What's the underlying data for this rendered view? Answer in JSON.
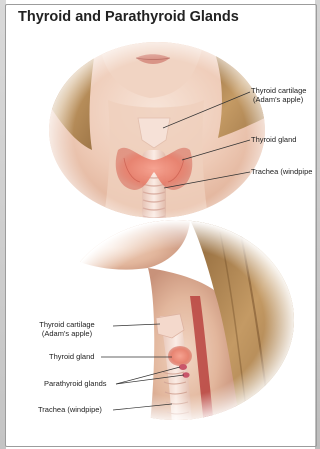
{
  "title": "Thyroid and Parathyroid Glands",
  "front_view": {
    "labels": {
      "thyroid_cartilage_line1": "Thyroid cartilage",
      "thyroid_cartilage_line2": "(Adam's apple)",
      "thyroid_gland": "Thyroid gland",
      "trachea": "Trachea (windpipe"
    }
  },
  "side_view": {
    "labels": {
      "thyroid_cartilage_line1": "Thyroid cartilage",
      "thyroid_cartilage_line2": "(Adam's apple)",
      "thyroid_gland": "Thyroid gland",
      "parathyroid_glands": "Parathyroid glands",
      "trachea": "Trachea (windpipe)"
    }
  },
  "colors": {
    "skin_light": "#f4dccd",
    "skin_mid": "#e8bfa7",
    "skin_dark": "#c99077",
    "hair": "#b68959",
    "hair_dark": "#7a5630",
    "thyroid": "#e88a7a",
    "trachea": "#f2d9cf",
    "parathyroid": "#c9566a",
    "label_text": "#222222",
    "leader_line": "#333333"
  }
}
